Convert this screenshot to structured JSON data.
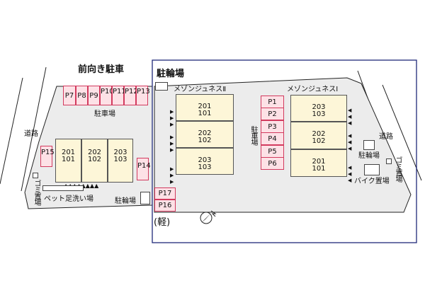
{
  "labels": {
    "front_parking": "前向き駐車",
    "bicycle_top": "駐輪場",
    "building_2": "メゾンジュネスⅡ",
    "building_1": "メゾンジュネスⅠ",
    "parking_left": "駐車場",
    "parking_center": "駐車場",
    "road_left": "道路",
    "road_right": "道路",
    "garbage_left": "ゴミ置場",
    "garbage_right": "ゴミ置場",
    "pet_wash": "ペット足洗い場",
    "bicycle_left": "駐輪場",
    "bicycle_right": "駐輪場",
    "bike_area": "バイク置場",
    "kei": "(軽)"
  },
  "parking": {
    "top_row": [
      "P7",
      "P8",
      "P9",
      "P10",
      "P11",
      "P12",
      "P13"
    ],
    "left_single": "P15",
    "right_single": "P14",
    "center_column": [
      "P1",
      "P2",
      "P3",
      "P4",
      "P5",
      "P6"
    ],
    "kei_pair": [
      "P17",
      "P16"
    ]
  },
  "buildings": {
    "left_units": [
      {
        "upper": "201",
        "lower": "101"
      },
      {
        "upper": "202",
        "lower": "102"
      },
      {
        "upper": "203",
        "lower": "103"
      }
    ],
    "mezon2_units": [
      {
        "upper": "201",
        "lower": "101"
      },
      {
        "upper": "202",
        "lower": "102"
      },
      {
        "upper": "203",
        "lower": "103"
      }
    ],
    "mezon1_units": [
      {
        "upper": "203",
        "lower": "103"
      },
      {
        "upper": "202",
        "lower": "102"
      },
      {
        "upper": "201",
        "lower": "101"
      }
    ]
  },
  "colors": {
    "parking_fill": "#fde1e6",
    "parking_border": "#d23a5e",
    "building_fill": "#fdf6d8",
    "lot_fill": "#ececec",
    "frame": "#1f2a7a"
  },
  "icons": {
    "north_arrow": "compass-icon"
  }
}
